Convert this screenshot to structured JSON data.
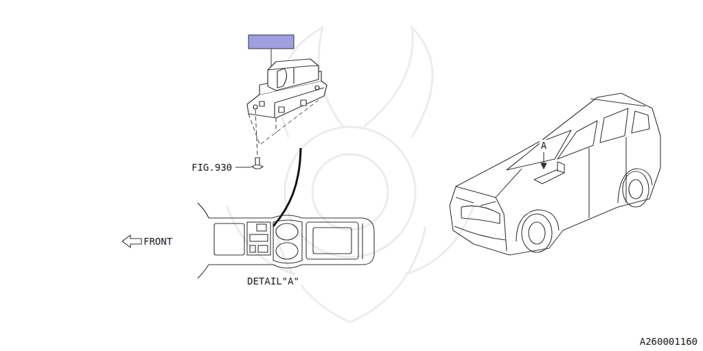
{
  "diagram": {
    "labels": [
      "FIG.930",
      "FRONT",
      "DETAIL\"A\"",
      "A",
      "A260001160"
    ]
  }
}
